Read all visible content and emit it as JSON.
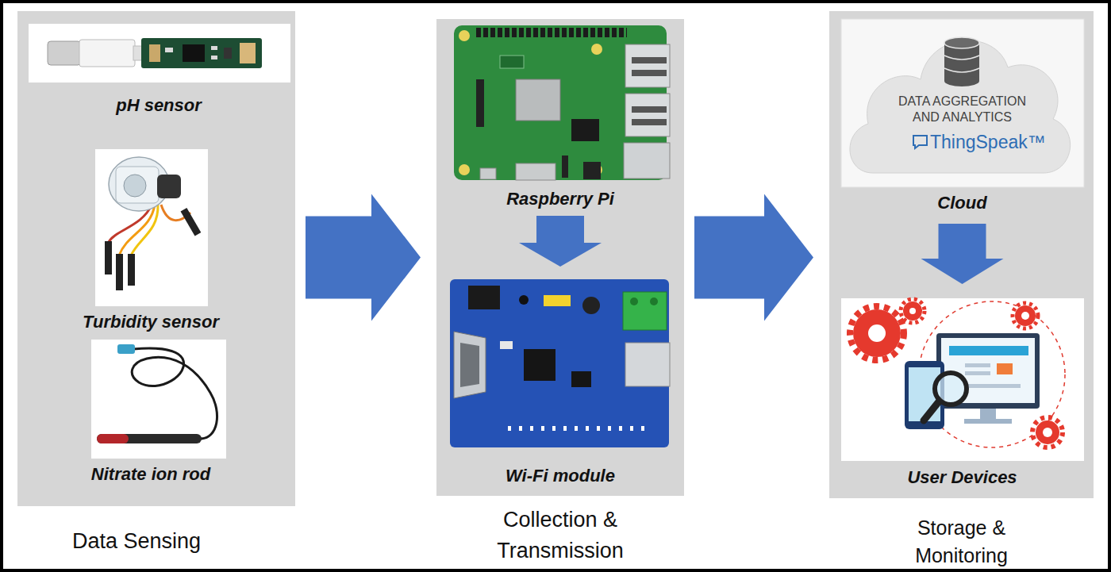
{
  "diagram": {
    "nodes": [
      {
        "text": [
          "Data Sensing"
        ]
      },
      {
        "text": [
          "pH sensor"
        ],
        "in": 0
      },
      {
        "text": [
          "Turbidity sensor"
        ],
        "in": 0
      },
      {
        "text": [
          "Nitrate ion rod"
        ],
        "in": 0
      },
      {
        "text": [
          "Collection & Transmission"
        ]
      },
      {
        "text": [
          "Raspberry Pi"
        ],
        "in": 4
      },
      {
        "text": [
          "Wi-Fi module"
        ],
        "in": 4
      },
      {
        "text": [
          "Storage & Monitoring"
        ]
      },
      {
        "text": [
          "DATA AGGREGATION AND ANALYTICS",
          "ThingSpeak™",
          "Cloud"
        ],
        "in": 7
      },
      {
        "text": [
          "User Devices"
        ],
        "in": 7
      }
    ],
    "edges": [
      {
        "from": 0,
        "to": 4,
        "arrow": "to"
      },
      {
        "from": 4,
        "to": 7,
        "arrow": "to"
      },
      {
        "from": 5,
        "to": 6,
        "arrow": "to"
      },
      {
        "from": 8,
        "to": 9,
        "arrow": "to"
      }
    ]
  }
}
